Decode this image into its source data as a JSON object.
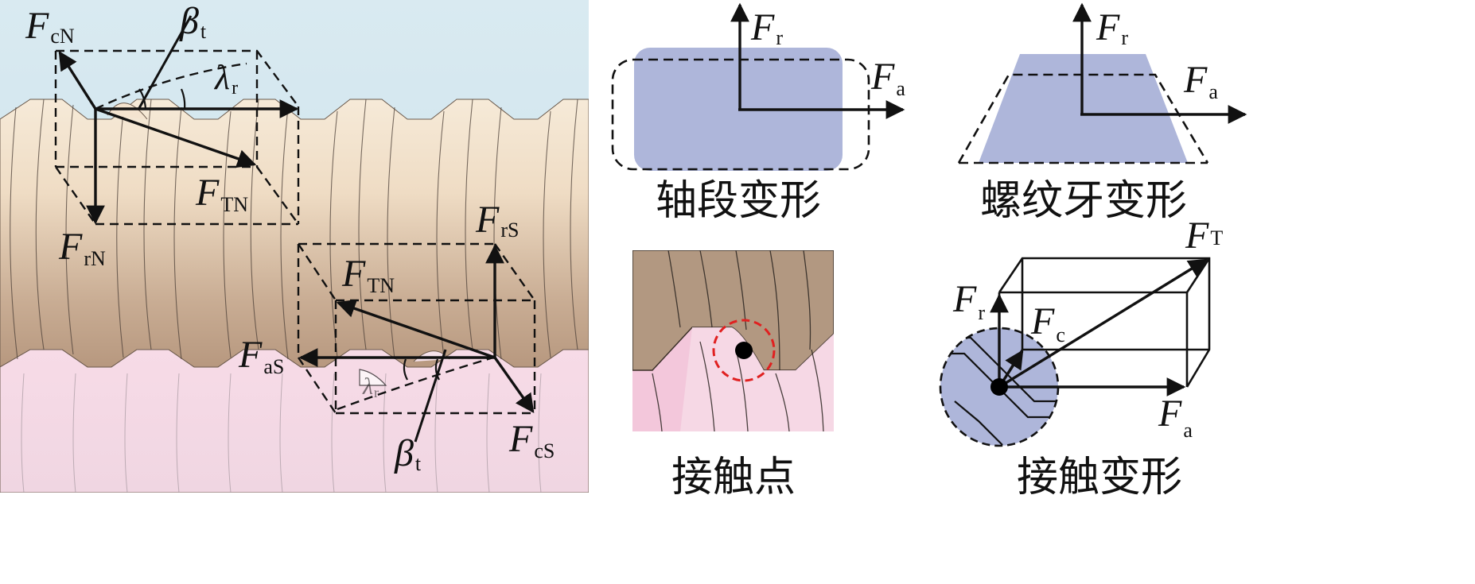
{
  "panel_main": {
    "labels": {
      "FcN": {
        "main": "F",
        "sub": "cN"
      },
      "beta_top": {
        "main": "β",
        "sub": "t"
      },
      "lambda_top": {
        "main": "λ",
        "sub": "r"
      },
      "FTN_top": {
        "main": "F",
        "sub": "TN"
      },
      "FrN": {
        "main": "F",
        "sub": "rN"
      },
      "FrS": {
        "main": "F",
        "sub": "rS"
      },
      "FTN_mid": {
        "main": "F",
        "sub": "TN"
      },
      "FaS": {
        "main": "F",
        "sub": "aS"
      },
      "lambda_bot": {
        "main": "λ",
        "sub": "r"
      },
      "beta_bot": {
        "main": "β",
        "sub": "t"
      },
      "FcS": {
        "main": "F",
        "sub": "cS"
      }
    }
  },
  "panel_shaft": {
    "caption": "轴段变形",
    "Fr": {
      "main": "F",
      "sub": "r"
    },
    "Fa": {
      "main": "F",
      "sub": "a"
    }
  },
  "panel_thread": {
    "caption": "螺纹牙变形",
    "Fr": {
      "main": "F",
      "sub": "r"
    },
    "Fa": {
      "main": "F",
      "sub": "a"
    }
  },
  "panel_point": {
    "caption": "接触点"
  },
  "panel_contact": {
    "caption": "接触变形",
    "FT": {
      "main": "F",
      "sub": "T"
    },
    "Fr": {
      "main": "F",
      "sub": "r"
    },
    "Fc": {
      "main": "F",
      "sub": "c"
    },
    "Fa": {
      "main": "F",
      "sub": "a"
    }
  },
  "colors": {
    "sky": "#d3e6ee",
    "screw_light": "#f2e6d2",
    "screw_dark": "#b89a82",
    "nut_pink": "#f4cfe0",
    "region_blue": "#aeb6da",
    "contact_red": "#e02020"
  }
}
